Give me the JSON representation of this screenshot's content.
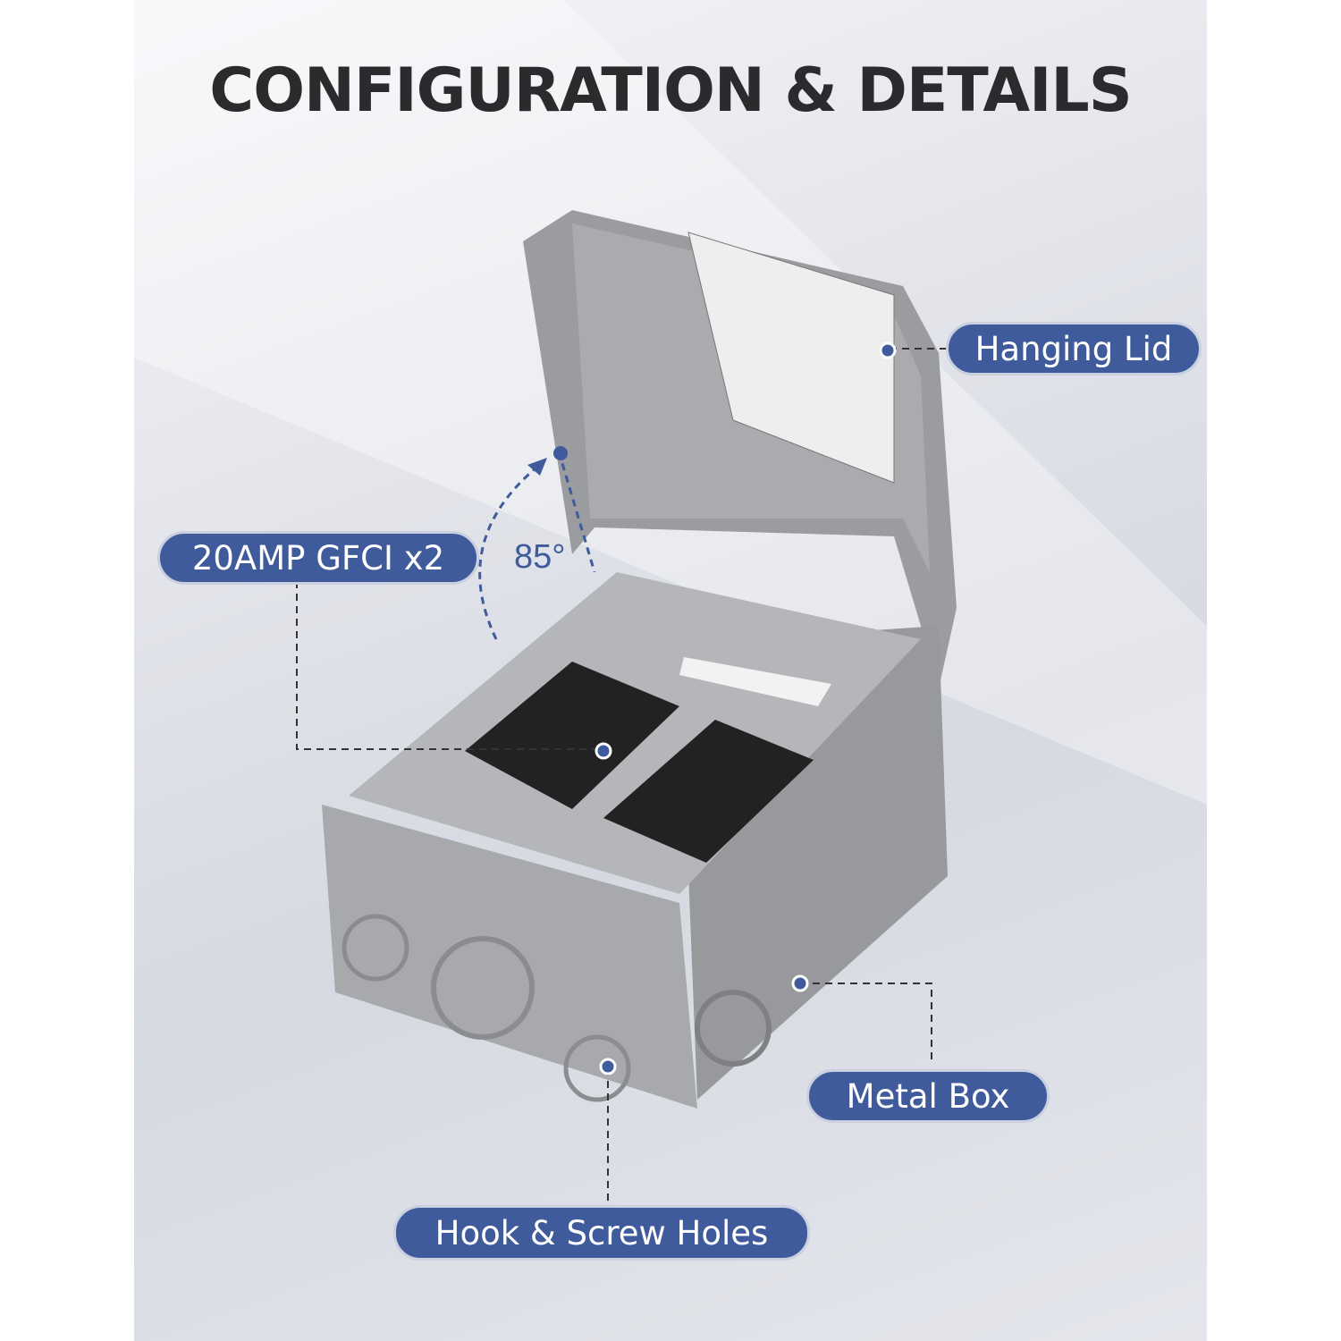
{
  "title": "CONFIGURATION & DETAILS",
  "callouts": {
    "hanging_lid": "Hanging Lid",
    "gfci": "20AMP GFCI x2",
    "metal_box": "Metal Box",
    "holes": "Hook & Screw Holes"
  },
  "angle_label": "85°",
  "colors": {
    "pill": "#3f5b9c",
    "box": "#a3a5a8",
    "title": "#2b2b2e"
  }
}
